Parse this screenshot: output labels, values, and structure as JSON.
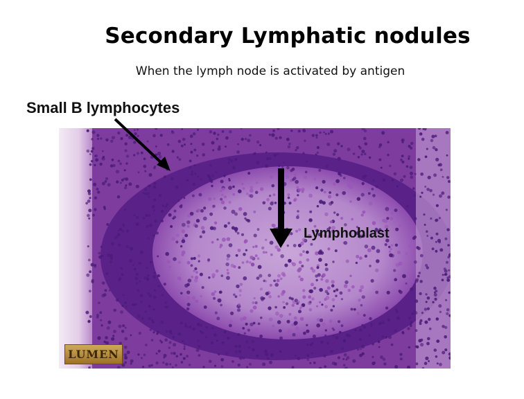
{
  "slide": {
    "title": "Secondary Lymphatic nodules",
    "subtitle": "When the lymph node is activated by antigen"
  },
  "labels": {
    "small_b": "Small B lymphocytes",
    "lymphoblast": "Lymphoblast"
  },
  "image": {
    "logo_text": "LUMEN"
  },
  "colors": {
    "stain_light": "#c69fd6",
    "stain_mid": "#9a55b8",
    "stain_dark": "#4b1b7a",
    "arrow": "#000000"
  }
}
